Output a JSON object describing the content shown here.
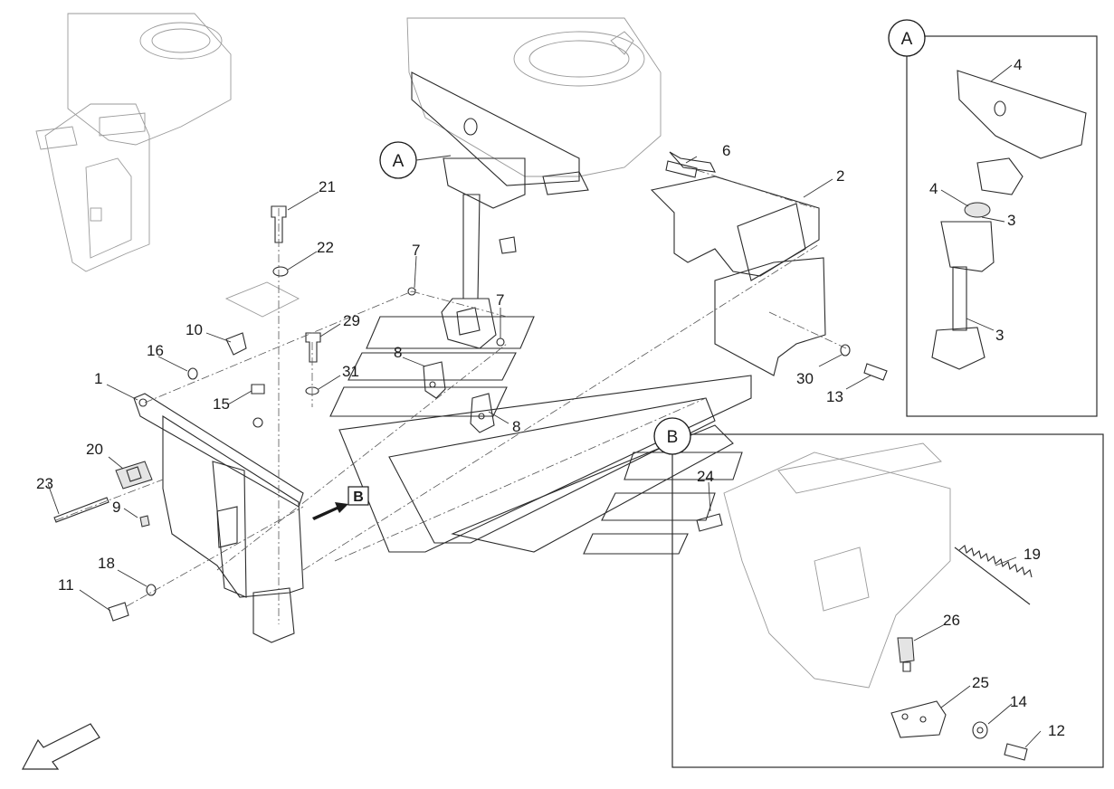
{
  "diagram": {
    "detail_labels": {
      "a": "A",
      "b": "B"
    },
    "view_marker": "B",
    "callouts": {
      "c1": "1",
      "c2": "2",
      "c3a": "3",
      "c3b": "3",
      "c4a": "4",
      "c4b": "4",
      "c6": "6",
      "c7a": "7",
      "c7b": "7",
      "c8a": "8",
      "c8b": "8",
      "c9": "9",
      "c10": "10",
      "c11": "11",
      "c12": "12",
      "c13": "13",
      "c14": "14",
      "c15": "15",
      "c16": "16",
      "c18": "18",
      "c19": "19",
      "c20": "20",
      "c21": "21",
      "c22": "22",
      "c23": "23",
      "c24": "24",
      "c25": "25",
      "c26": "26",
      "c29": "29",
      "c30": "30",
      "c31": "31"
    }
  }
}
